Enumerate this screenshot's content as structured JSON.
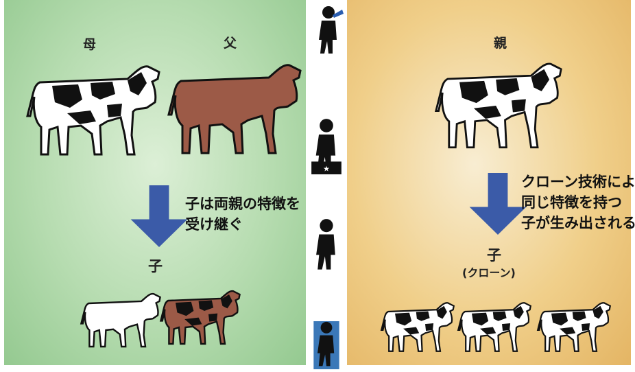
{
  "left": {
    "mother_label": "母",
    "father_label": "父",
    "caption_line1": "子は両親の特徴を",
    "caption_line2": "受け継ぐ",
    "child_label": "子"
  },
  "right": {
    "parent_label": "親",
    "caption_line1": "クローン技術により",
    "caption_line2": "同じ特徴を持つ",
    "caption_line3": "子が生み出される",
    "child_label": "子",
    "clone_label": "(クローン)"
  },
  "colors": {
    "arrow_blue": "#3b5ba8",
    "cow_black": "#111111",
    "cow_brown": "#9c5a47",
    "panel_green": "#b6dcb0",
    "panel_orange": "#f0cf8a"
  }
}
